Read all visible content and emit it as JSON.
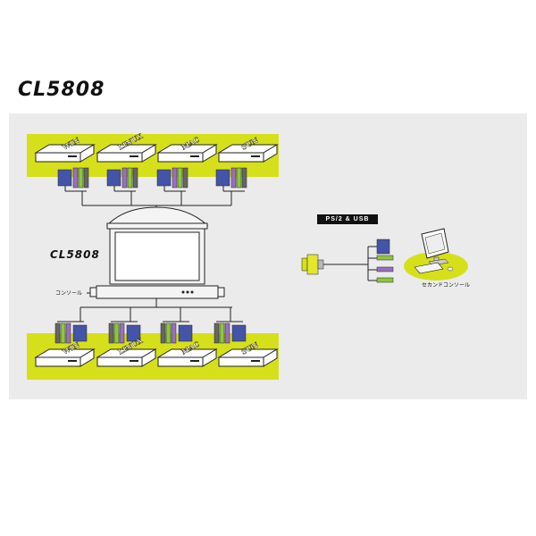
{
  "title": "CL5808",
  "diagram": {
    "device_label": "CL5808",
    "console_label": "コンソール",
    "interface_badge": "PS/2 & USB",
    "second_console_label": "セカンドコンソール",
    "top_servers": [
      "WIN",
      "LINUX",
      "MAC",
      "SUN"
    ],
    "bottom_servers": [
      "WIN",
      "LINUX",
      "MAC",
      "SUN"
    ]
  },
  "colors": {
    "accent_yellow": "#d6e01a",
    "panel_gray": "#ebebeb",
    "vga_blue": "#4454a8",
    "ps2_purple": "#9a6fc0",
    "ps2_green": "#8cc63f"
  }
}
